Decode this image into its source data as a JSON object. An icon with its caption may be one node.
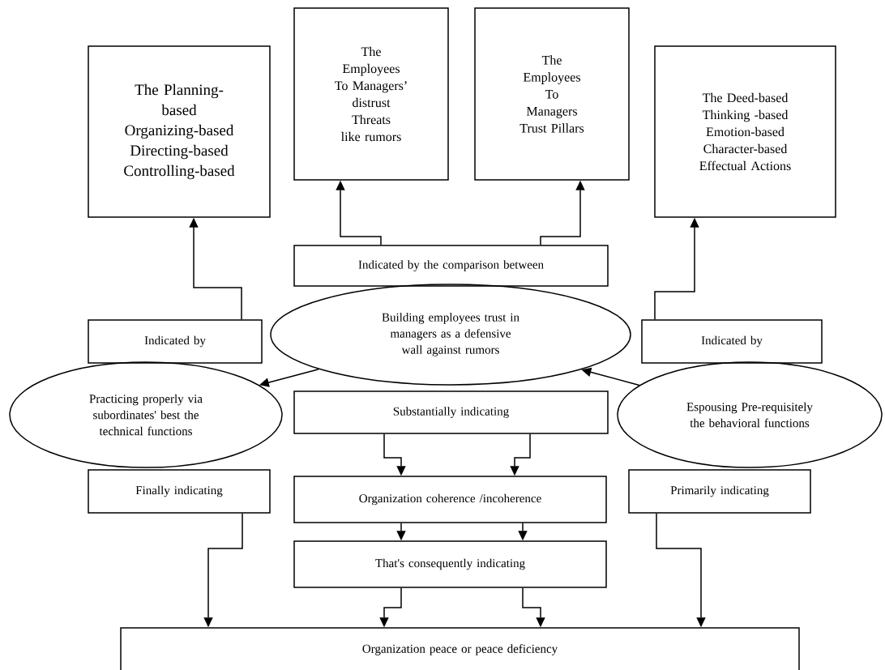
{
  "diagram": {
    "nodes": [
      {
        "text": [
          "The Planning-based Organizing-based Directing-based Controlling-based"
        ]
      },
      {
        "text": [
          "The Employees To Managers’ distrust Threats like rumors"
        ]
      },
      {
        "text": [
          "The Employees To Managers Trust Pillars"
        ]
      },
      {
        "text": [
          "The Deed-based Thinking -based Emotion-based Character-based Effectual Actions"
        ]
      },
      {
        "text": [
          "Indicated by the comparison between"
        ]
      },
      {
        "text": [
          "Indicated by"
        ]
      },
      {
        "text": [
          "Building employees trust in managers as a defensive wall against rumors"
        ]
      },
      {
        "text": [
          "Indicated by"
        ]
      },
      {
        "text": [
          "Practicing properly via subordinates' best the technical functions"
        ]
      },
      {
        "text": [
          "Substantially indicating"
        ]
      },
      {
        "text": [
          "Espousing Pre-requisitely the behavioral functions"
        ]
      },
      {
        "text": [
          "Finally indicating"
        ]
      },
      {
        "text": [
          "Organization coherence /incoherence"
        ]
      },
      {
        "text": [
          "Primarily indicating"
        ]
      },
      {
        "text": [
          "That's consequently indicating"
        ]
      },
      {
        "text": [
          "Organization peace or peace deficiency"
        ]
      }
    ],
    "edges": [
      {
        "from": 4,
        "to": 1,
        "arrow": "to"
      },
      {
        "from": 4,
        "to": 2,
        "arrow": "to"
      },
      {
        "from": 5,
        "to": 0,
        "arrow": "to"
      },
      {
        "from": 7,
        "to": 3,
        "arrow": "to"
      },
      {
        "from": 6,
        "to": 8,
        "arrow": "to"
      },
      {
        "from": 10,
        "to": 6,
        "arrow": "to"
      },
      {
        "from": 9,
        "to": 12,
        "arrow": "to"
      },
      {
        "from": 9,
        "to": 12,
        "arrow": "to"
      },
      {
        "from": 12,
        "to": 14,
        "arrow": "to"
      },
      {
        "from": 12,
        "to": 14,
        "arrow": "to"
      },
      {
        "from": 14,
        "to": 15,
        "arrow": "to"
      },
      {
        "from": 14,
        "to": 15,
        "arrow": "to"
      },
      {
        "from": 11,
        "to": 15,
        "arrow": "to"
      },
      {
        "from": 13,
        "to": 15,
        "arrow": "to"
      }
    ]
  }
}
